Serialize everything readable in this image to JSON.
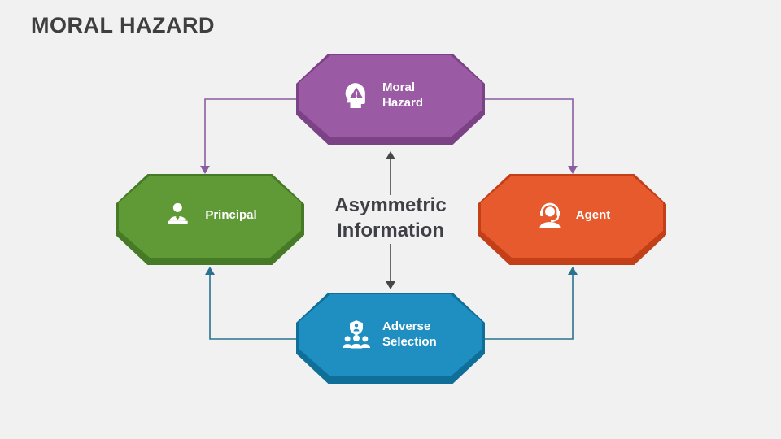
{
  "slide": {
    "title": "MORAL HAZARD"
  },
  "center": {
    "lines": [
      "Asymmetric",
      "Information"
    ]
  },
  "nodes": {
    "top": {
      "label": "Moral Hazard",
      "icon": "head-warning-icon",
      "color": "#9a5aa4",
      "dark": "#7b4386"
    },
    "left": {
      "label": "Principal",
      "icon": "principal-person-icon",
      "color": "#5f9a37",
      "dark": "#477a27"
    },
    "right": {
      "label": "Agent",
      "icon": "agent-headset-icon",
      "color": "#e75a2e",
      "dark": "#c33f17"
    },
    "bottom": {
      "label": "Adverse Selection",
      "icon": "group-shield-icon",
      "color": "#1e8fc0",
      "dark": "#0f6f99"
    }
  },
  "colors": {
    "background": "#f1f1f2",
    "title": "#3f3f3f",
    "center_text": "#3f3f46",
    "arrow_purple": "#8b5ca0",
    "arrow_teal": "#2a7290",
    "arrow_dark": "#474747"
  }
}
